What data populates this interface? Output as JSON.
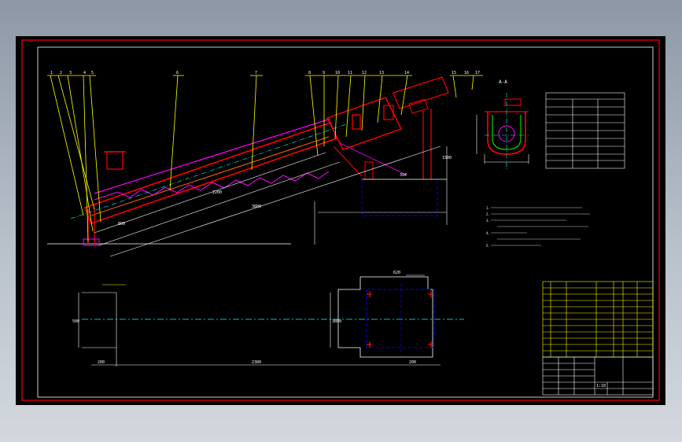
{
  "drawing": {
    "section_label": "A-A",
    "plan_view_label": "",
    "notes_title": "",
    "notes": [
      "1.",
      "2.",
      "3.",
      "4.",
      "5."
    ]
  },
  "dimensions": {
    "d1": "800",
    "d2": "2200",
    "d3": "3800",
    "d4": "394",
    "d5": "1500",
    "d6": "500",
    "d7": "200",
    "d8": "620",
    "d9": "2380",
    "d10": "200",
    "d11": "3800"
  },
  "callouts": [
    "1",
    "2",
    "3",
    "4",
    "5",
    "6",
    "7",
    "8",
    "9",
    "10",
    "11",
    "12",
    "13",
    "14",
    "15",
    "16",
    "17"
  ],
  "spec_table": {
    "title": "",
    "rows": [
      [
        "",
        "",
        ""
      ],
      [
        "",
        "",
        ""
      ],
      [
        "",
        "",
        ""
      ],
      [
        "",
        "",
        ""
      ],
      [
        "",
        "",
        ""
      ],
      [
        "",
        "",
        ""
      ],
      [
        "",
        "",
        ""
      ],
      [
        "",
        "",
        ""
      ]
    ]
  },
  "parts_list": {
    "rows": 12
  },
  "title_block": {
    "scale": "1:10",
    "sheet": ""
  },
  "colors": {
    "frame": "#ff0000",
    "dims": "#ffffff",
    "leaders": "#ffff00",
    "hidden": "#0000ff",
    "center": "#00ffff",
    "body": "#ff00ff",
    "cell": "#00ff00"
  }
}
